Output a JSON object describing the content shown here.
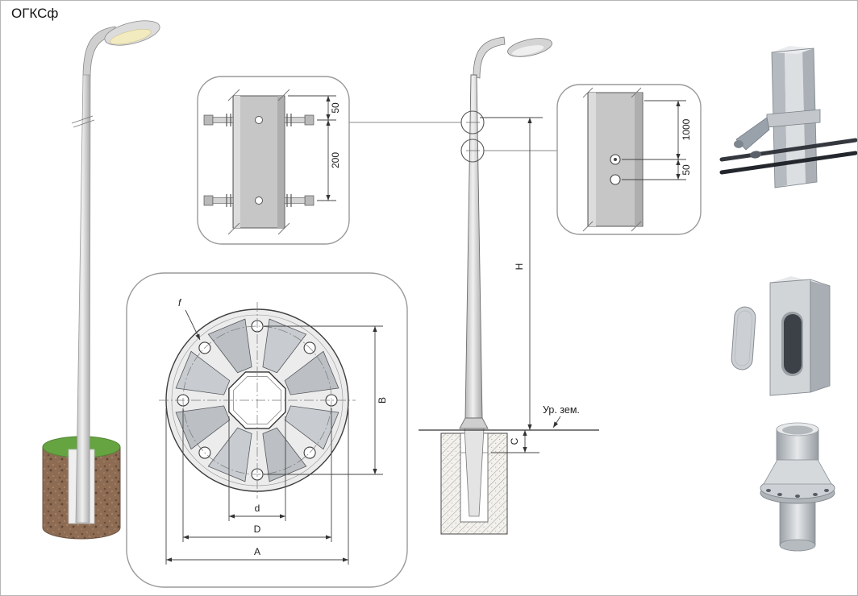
{
  "title": "ОГКСф",
  "detail_top": {
    "dim_top": "50",
    "dim_bottom": "200"
  },
  "flange": {
    "f": "f",
    "B": "B",
    "d": "d",
    "D": "D",
    "A": "A"
  },
  "elevation": {
    "H": "H",
    "C": "C",
    "ground_label": "Ур. зем."
  },
  "detail_right": {
    "dim_top": "1000",
    "dim_bottom": "50"
  }
}
